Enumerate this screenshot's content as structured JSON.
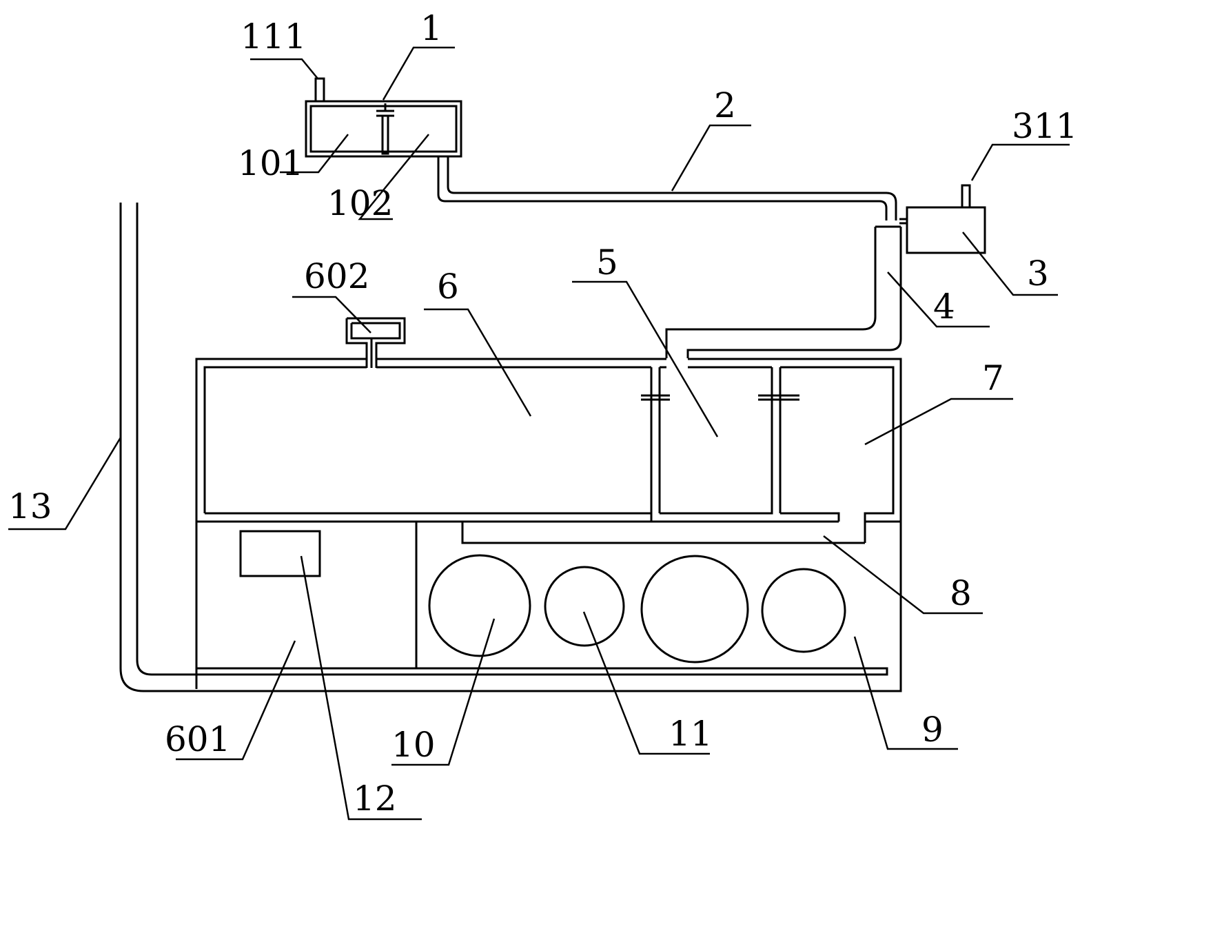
{
  "labels": {
    "l111": "111",
    "l1": "1",
    "l2": "2",
    "l311": "311",
    "l101": "101",
    "l102": "102",
    "l3": "3",
    "l4": "4",
    "l602": "602",
    "l6": "6",
    "l5": "5",
    "l7": "7",
    "l13": "13",
    "l8": "8",
    "l601": "601",
    "l10": "10",
    "l11": "11",
    "l9": "9",
    "l12": "12"
  }
}
